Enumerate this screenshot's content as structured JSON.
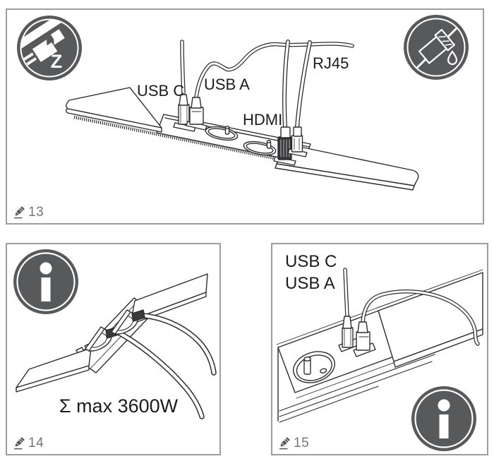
{
  "colors": {
    "line": "#2d2d2d",
    "icon_background": "#58595b",
    "icon_foreground": "#ffffff",
    "panel_border": "#9d9d9d",
    "step_number_text": "#75787b",
    "label_text": "#1c1c1c"
  },
  "panels": [
    {
      "step_number": "13",
      "icons": [
        {
          "name": "unplugged-plug-warning",
          "letter": "Z"
        },
        {
          "name": "no-liquids-warning"
        }
      ],
      "labels": {
        "usb_c": "USB C",
        "usb_a": "USB A",
        "hdmi": "HDMI",
        "rj45": "RJ45"
      }
    },
    {
      "step_number": "14",
      "icons": [
        {
          "name": "info"
        }
      ],
      "caption": "Σ max 3600W"
    },
    {
      "step_number": "15",
      "icons": [
        {
          "name": "info"
        }
      ],
      "labels": {
        "usb_c": "USB C",
        "usb_a": "USB A"
      }
    }
  ]
}
